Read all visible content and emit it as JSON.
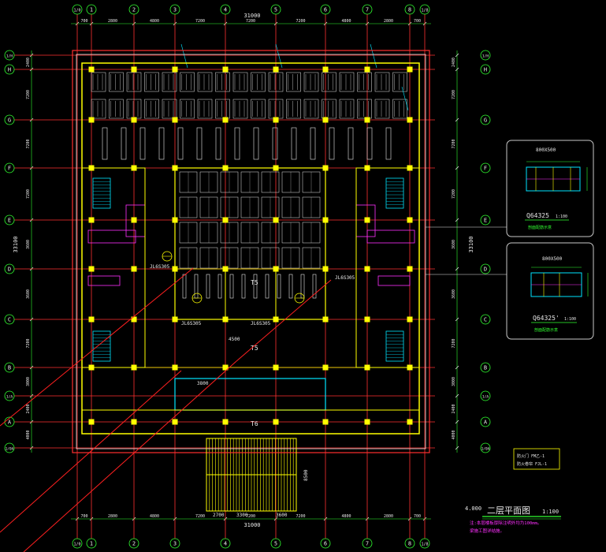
{
  "drawing": {
    "title": "二层平面图",
    "scale": "1:100",
    "level_mark": "4.000",
    "total_dim_top": "31000",
    "total_dim_bottom": "31000",
    "total_dim_side": "33100",
    "note_line_1": "注:本层楼板厚除注明外均为100mm。",
    "note_line_2": "梁施工图详结施。"
  },
  "grid_columns": [
    "1/0",
    "1",
    "2",
    "3",
    "4",
    "5",
    "6",
    "7",
    "8",
    "1/8"
  ],
  "grid_rows": [
    "1/H",
    "H",
    "G",
    "F",
    "E",
    "D",
    "C",
    "B",
    "1/A",
    "A",
    "1/0A"
  ],
  "dims_top": [
    "700",
    "2800",
    "4800",
    "7200",
    "7200",
    "7200",
    "4800",
    "2800",
    "700"
  ],
  "dims_bottom": [
    "700",
    "2800",
    "4800",
    "7200",
    "7200",
    "7200",
    "4800",
    "2800",
    "700"
  ],
  "dims_left": [
    "2400",
    "7200",
    "7200",
    "7200",
    "3600",
    "3600",
    "7200",
    "3000",
    "2400",
    "4000"
  ],
  "dims_right": [
    "2400",
    "7200",
    "7200",
    "7200",
    "3600",
    "3600",
    "7200",
    "3000",
    "2400",
    "4000"
  ],
  "labels": {
    "t5": "T5",
    "t6": "T6",
    "stair_1": "JL6S305",
    "stair_2": "JL6S305",
    "stair_3": "JL6S305",
    "stair_4": "JL6S305",
    "dim_2700": "2700",
    "dim_3600": "3600",
    "dim_3300": "3300",
    "dim_8500": "8500",
    "dim_4500": "4500",
    "dim_3800": "3800"
  },
  "detail_1": {
    "title": "Q64325",
    "scale": "1:100",
    "size": "800X500",
    "caption": "剖面配筋示意"
  },
  "detail_2": {
    "title": "Q64325'",
    "scale": "1:100",
    "size": "800X500",
    "caption": "剖面配筋示意"
  },
  "legend_box": {
    "line_1": "防火门 FM乙-1",
    "line_2": "防火卷帘 FJL-1"
  },
  "colors": {
    "background": "#000000",
    "wall": "#ffff00",
    "grid": "#ff3030",
    "dimension": "#30ff30",
    "cyan": "#00e5ff",
    "magenta": "#ff30ff",
    "white": "#e8e8e8"
  }
}
